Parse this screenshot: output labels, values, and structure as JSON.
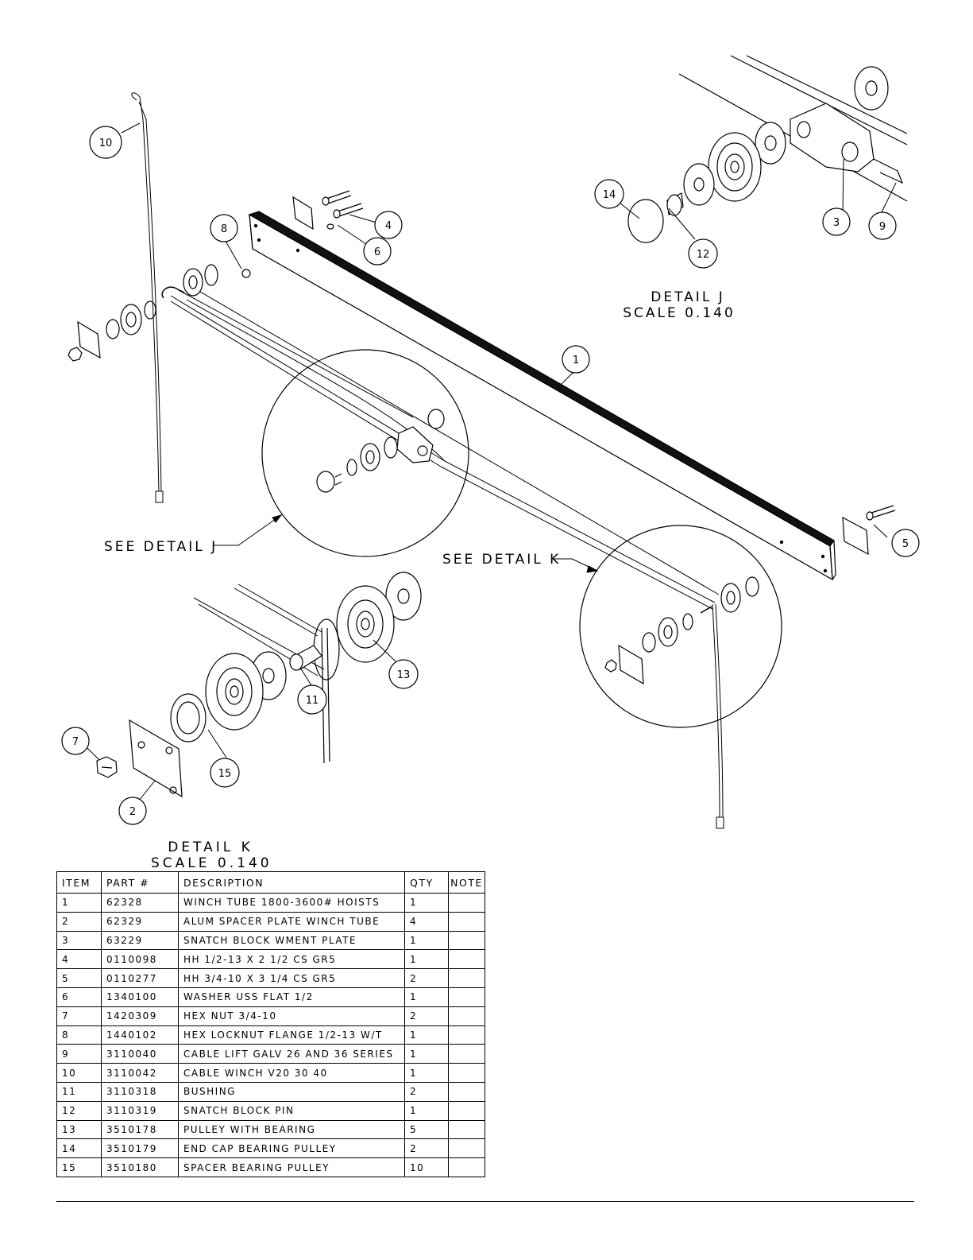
{
  "callouts": [
    {
      "id": "c1",
      "label": "1"
    },
    {
      "id": "c2",
      "label": "2"
    },
    {
      "id": "c3",
      "label": "3"
    },
    {
      "id": "c4",
      "label": "4"
    },
    {
      "id": "c5",
      "label": "5"
    },
    {
      "id": "c6",
      "label": "6"
    },
    {
      "id": "c7",
      "label": "7"
    },
    {
      "id": "c8",
      "label": "8"
    },
    {
      "id": "c9",
      "label": "9"
    },
    {
      "id": "c10",
      "label": "10"
    },
    {
      "id": "c11",
      "label": "11"
    },
    {
      "id": "c12",
      "label": "12"
    },
    {
      "id": "c13",
      "label": "13"
    },
    {
      "id": "c14",
      "label": "14"
    },
    {
      "id": "c15",
      "label": "15"
    }
  ],
  "detail_j": {
    "title": "DETAIL  J",
    "scale": "SCALE  0.140"
  },
  "detail_k": {
    "title": "DETAIL  K",
    "scale": "SCALE  0.140"
  },
  "refs": {
    "see_j": "SEE DETAIL  J",
    "see_k": "SEE DETAIL  K"
  },
  "bom": {
    "headers": [
      "ITEM",
      "PART #",
      "DESCRIPTION",
      "QTY",
      "NOTE"
    ],
    "rows": [
      [
        "1",
        "62328",
        "WINCH TUBE 1800-3600# HOISTS",
        "1",
        ""
      ],
      [
        "2",
        "62329",
        "ALUM SPACER PLATE WINCH TUBE",
        "4",
        ""
      ],
      [
        "3",
        "63229",
        "SNATCH BLOCK WMENT    PLATE",
        "1",
        ""
      ],
      [
        "4",
        "0110098",
        "HH 1/2-13 X 2 1/2 CS GR5",
        "1",
        ""
      ],
      [
        "5",
        "0110277",
        "HH 3/4-10 X 3 1/4 CS GR5",
        "2",
        ""
      ],
      [
        "6",
        "1340100",
        "WASHER USS FLAT 1/2",
        "1",
        ""
      ],
      [
        "7",
        "1420309",
        "HEX NUT 3/4-10",
        "2",
        ""
      ],
      [
        "8",
        "1440102",
        "HEX LOCKNUT FLANGE 1/2-13 W/T",
        "1",
        ""
      ],
      [
        "9",
        "3110040",
        "CABLE LIFT GALV 26 AND 36 SERIES",
        "1",
        ""
      ],
      [
        "10",
        "3110042",
        "CABLE WINCH   V20 30 40",
        "1",
        ""
      ],
      [
        "11",
        "3110318",
        "BUSHING",
        "2",
        ""
      ],
      [
        "12",
        "3110319",
        "SNATCH BLOCK PIN",
        "1",
        ""
      ],
      [
        "13",
        "3510178",
        "PULLEY WITH BEARING",
        "5",
        ""
      ],
      [
        "14",
        "3510179",
        "END CAP   BEARING PULLEY",
        "2",
        ""
      ],
      [
        "15",
        "3510180",
        "SPACER   BEARING PULLEY",
        "10",
        ""
      ]
    ]
  }
}
